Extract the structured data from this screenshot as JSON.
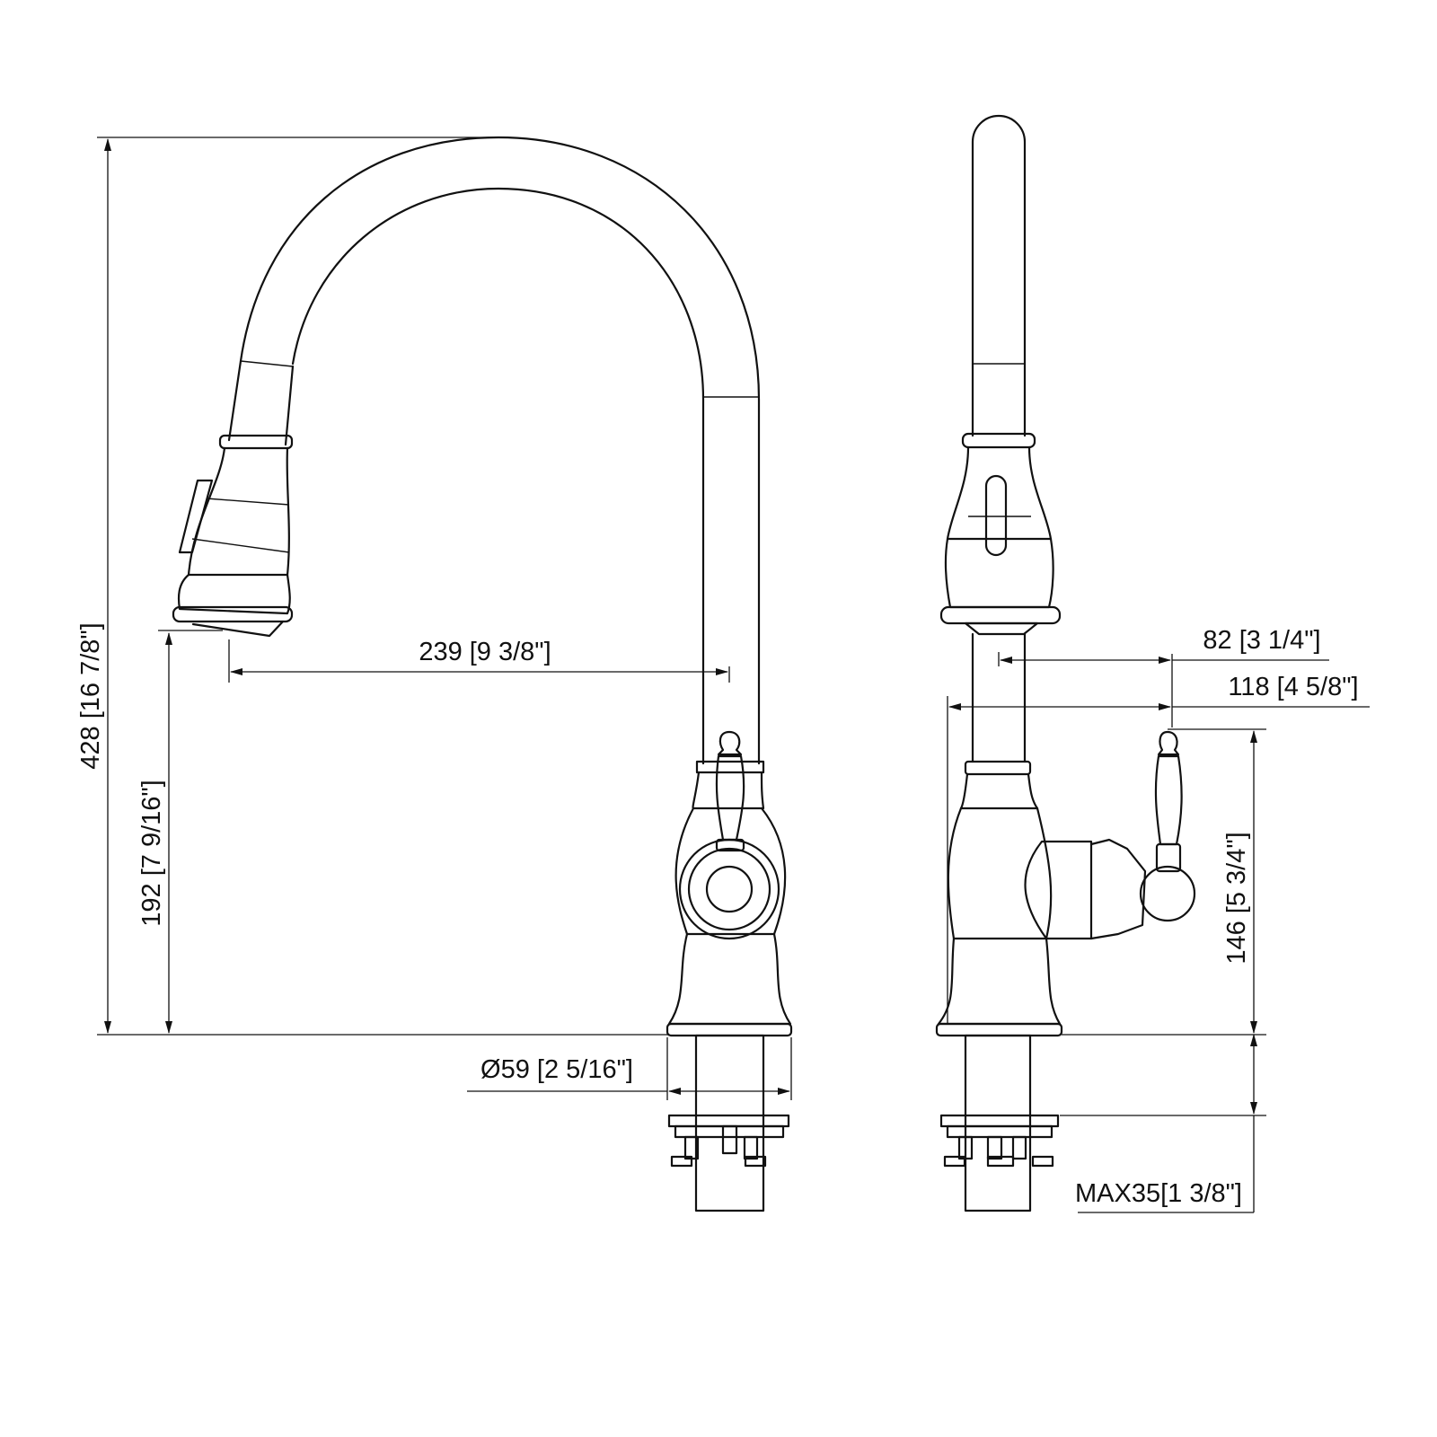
{
  "dimensions": {
    "overall_height": "428 [16 7/8\"]",
    "spout_outlet_height": "192 [7 9/16\"]",
    "spout_reach": "239 [9 3/8\"]",
    "base_diameter": "Ø59 [2 5/16\"]",
    "handle_offset": "82 [3 1/4\"]",
    "side_depth": "118 [4 5/8\"]",
    "handle_height": "146 [5 3/4\"]",
    "max_deck_thickness": "MAX35[1 3/8\"]"
  },
  "colors": {
    "line": "#111111",
    "background": "#ffffff"
  }
}
